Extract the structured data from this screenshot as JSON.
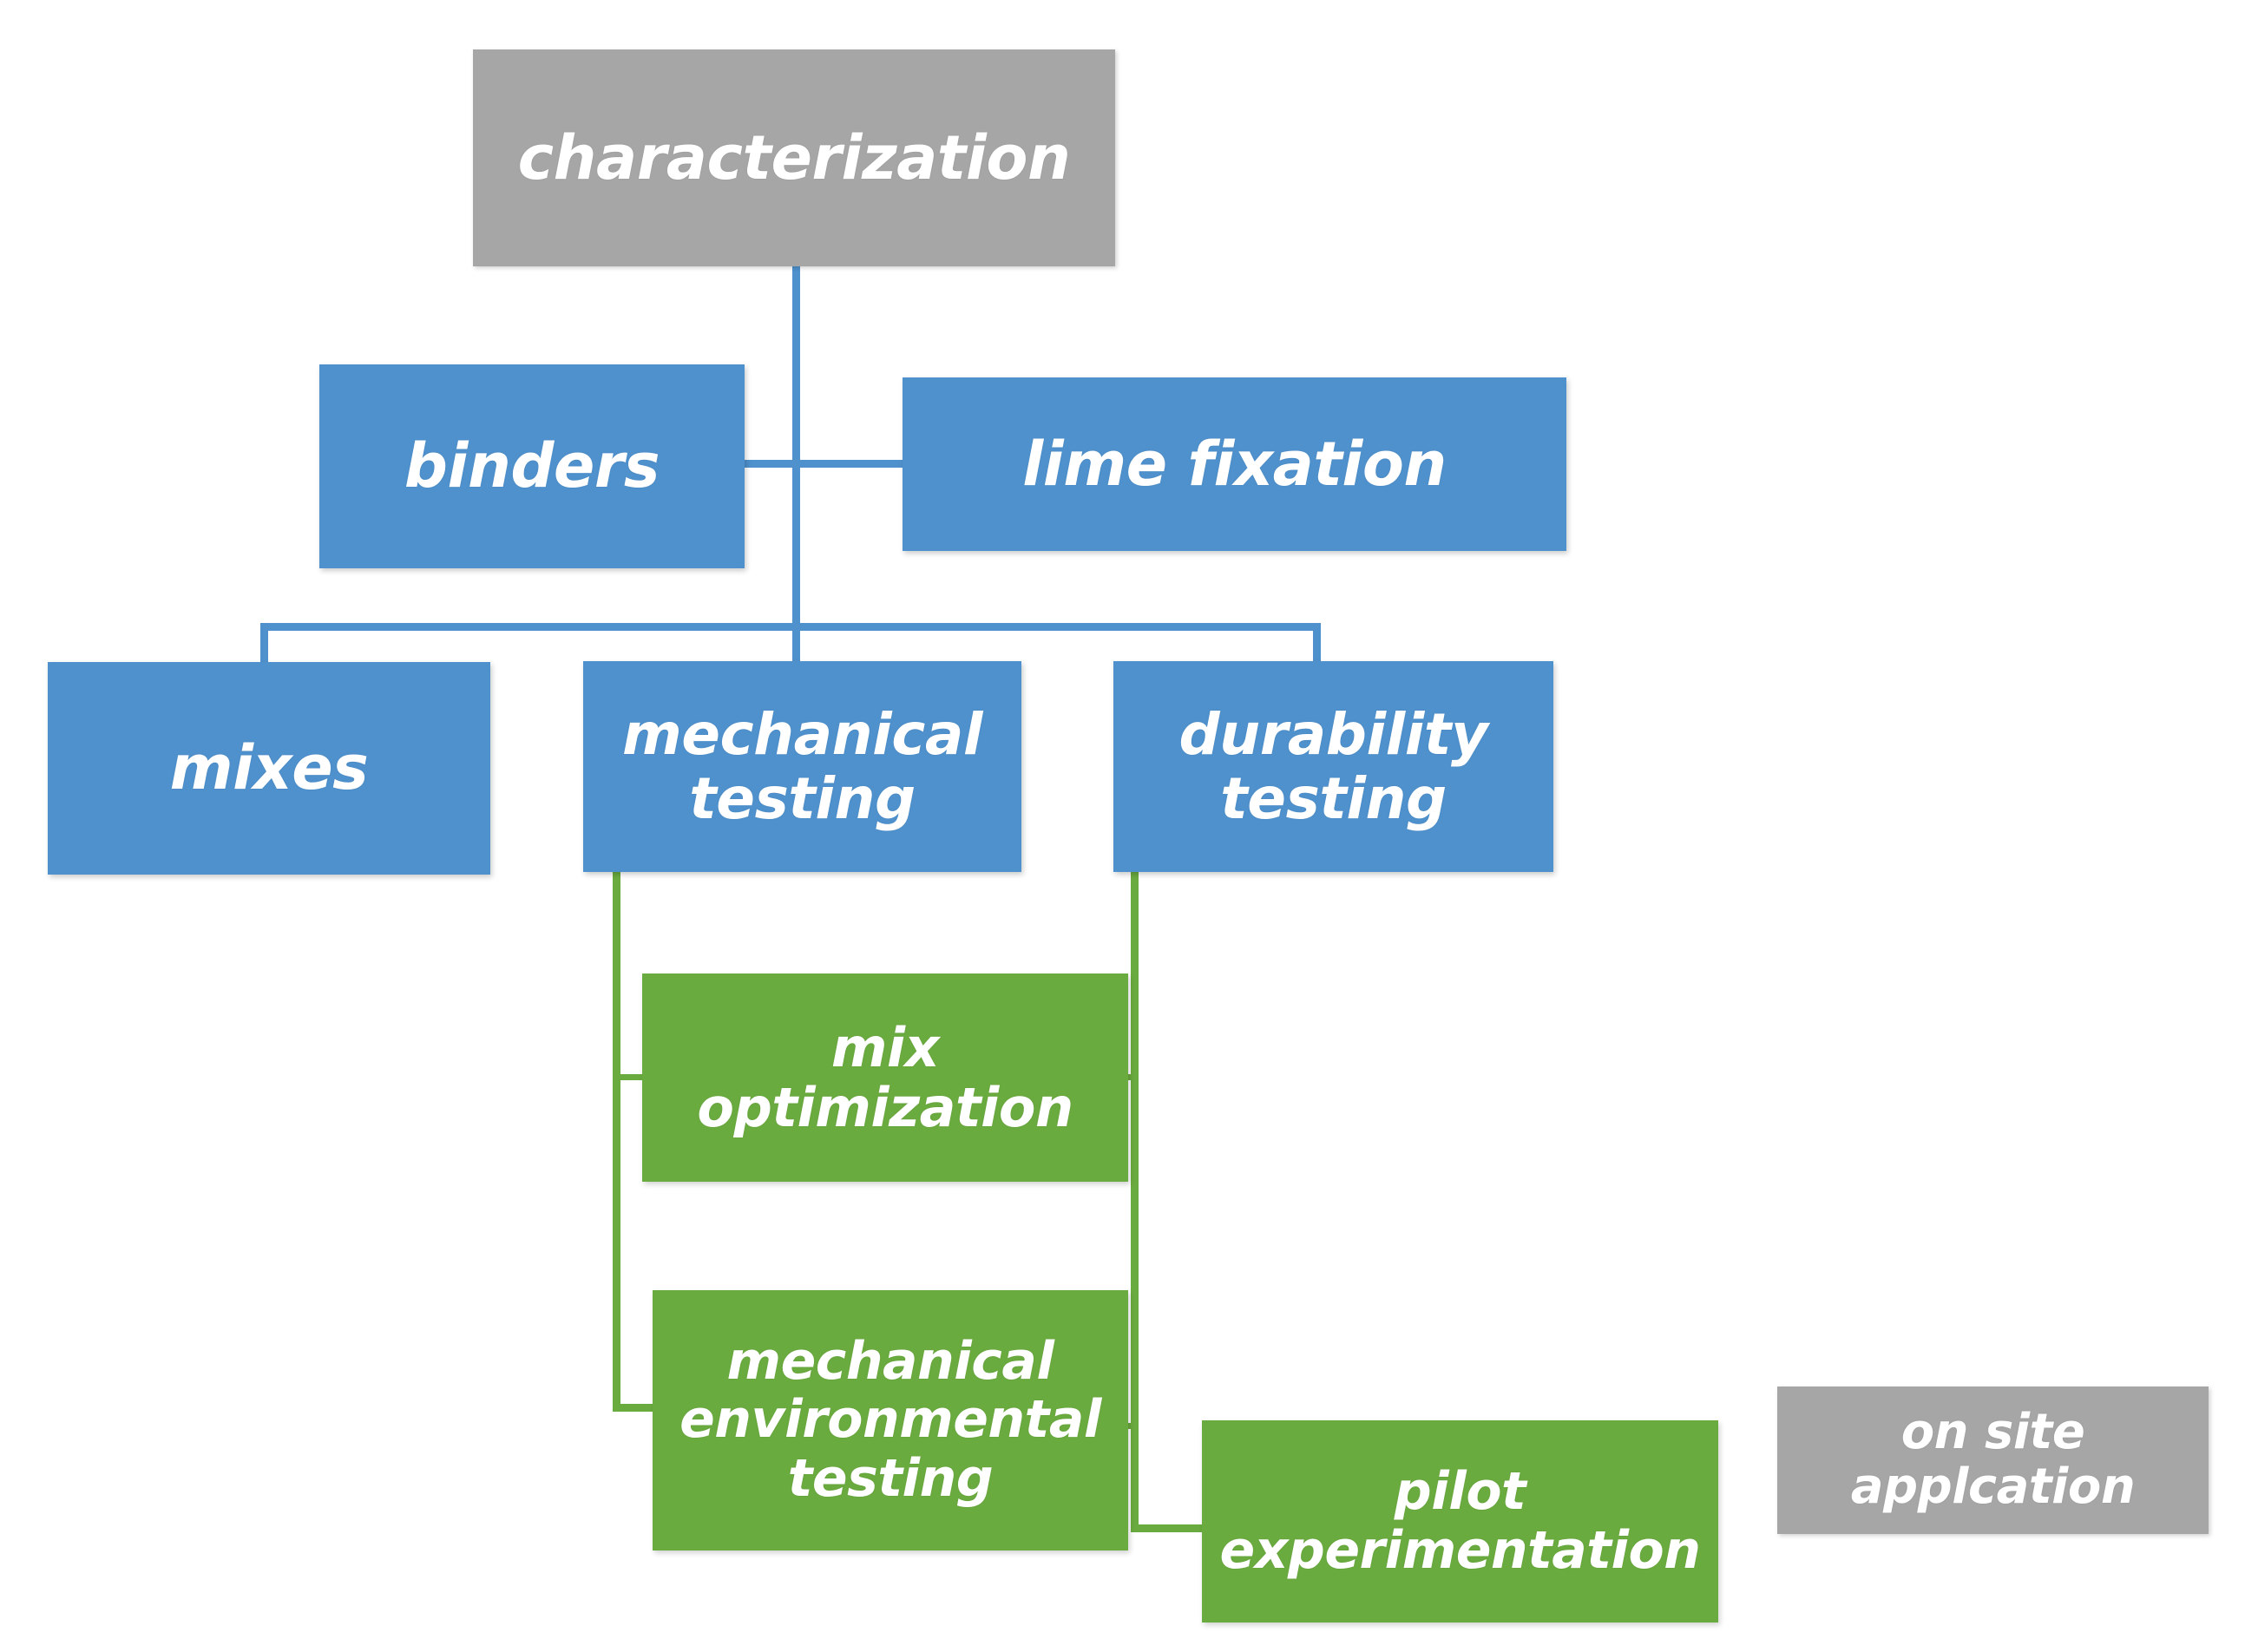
{
  "diagram": {
    "title": "characterization workflow flowchart",
    "colors": {
      "gray": "#a6a6a6",
      "blue": "#4f91cd",
      "green": "#6aab3f",
      "text": "#ffffff",
      "background": "#ffffff"
    },
    "nodes": [
      {
        "id": "characterization",
        "label": "characterization",
        "color": "gray",
        "level": 0
      },
      {
        "id": "binders",
        "label": "binders",
        "color": "blue",
        "level": 1
      },
      {
        "id": "lime_fixation",
        "label": "lime fixation",
        "color": "blue",
        "level": 1
      },
      {
        "id": "mixes",
        "label": "mixes",
        "color": "blue",
        "level": 2
      },
      {
        "id": "mechanical_testing",
        "label": "mechanical\ntesting",
        "color": "blue",
        "level": 2
      },
      {
        "id": "durability_testing",
        "label": "durability\ntesting",
        "color": "blue",
        "level": 2
      },
      {
        "id": "mix_optimization",
        "label": "mix\noptimization",
        "color": "green",
        "level": 3
      },
      {
        "id": "mech_env_testing",
        "label": "mechanical\nenvironmental\ntesting",
        "color": "green",
        "level": 3
      },
      {
        "id": "pilot_experimentation",
        "label": "pilot\nexperimentation",
        "color": "green",
        "level": 4
      },
      {
        "id": "on_site_application",
        "label": "on site\napplcation",
        "color": "gray",
        "level": 5
      }
    ],
    "edges": [
      {
        "from": "characterization",
        "to": "binders",
        "color": "blue"
      },
      {
        "from": "characterization",
        "to": "lime_fixation",
        "color": "blue"
      },
      {
        "from": "characterization",
        "to": "mixes",
        "color": "blue"
      },
      {
        "from": "characterization",
        "to": "mechanical_testing",
        "color": "blue"
      },
      {
        "from": "characterization",
        "to": "durability_testing",
        "color": "blue"
      },
      {
        "from": "mechanical_testing",
        "to": "mix_optimization",
        "color": "green"
      },
      {
        "from": "mechanical_testing",
        "to": "mech_env_testing",
        "color": "green"
      },
      {
        "from": "durability_testing",
        "to": "mix_optimization",
        "color": "green"
      },
      {
        "from": "durability_testing",
        "to": "mech_env_testing",
        "color": "green"
      },
      {
        "from": "durability_testing",
        "to": "pilot_experimentation",
        "color": "green"
      }
    ]
  }
}
